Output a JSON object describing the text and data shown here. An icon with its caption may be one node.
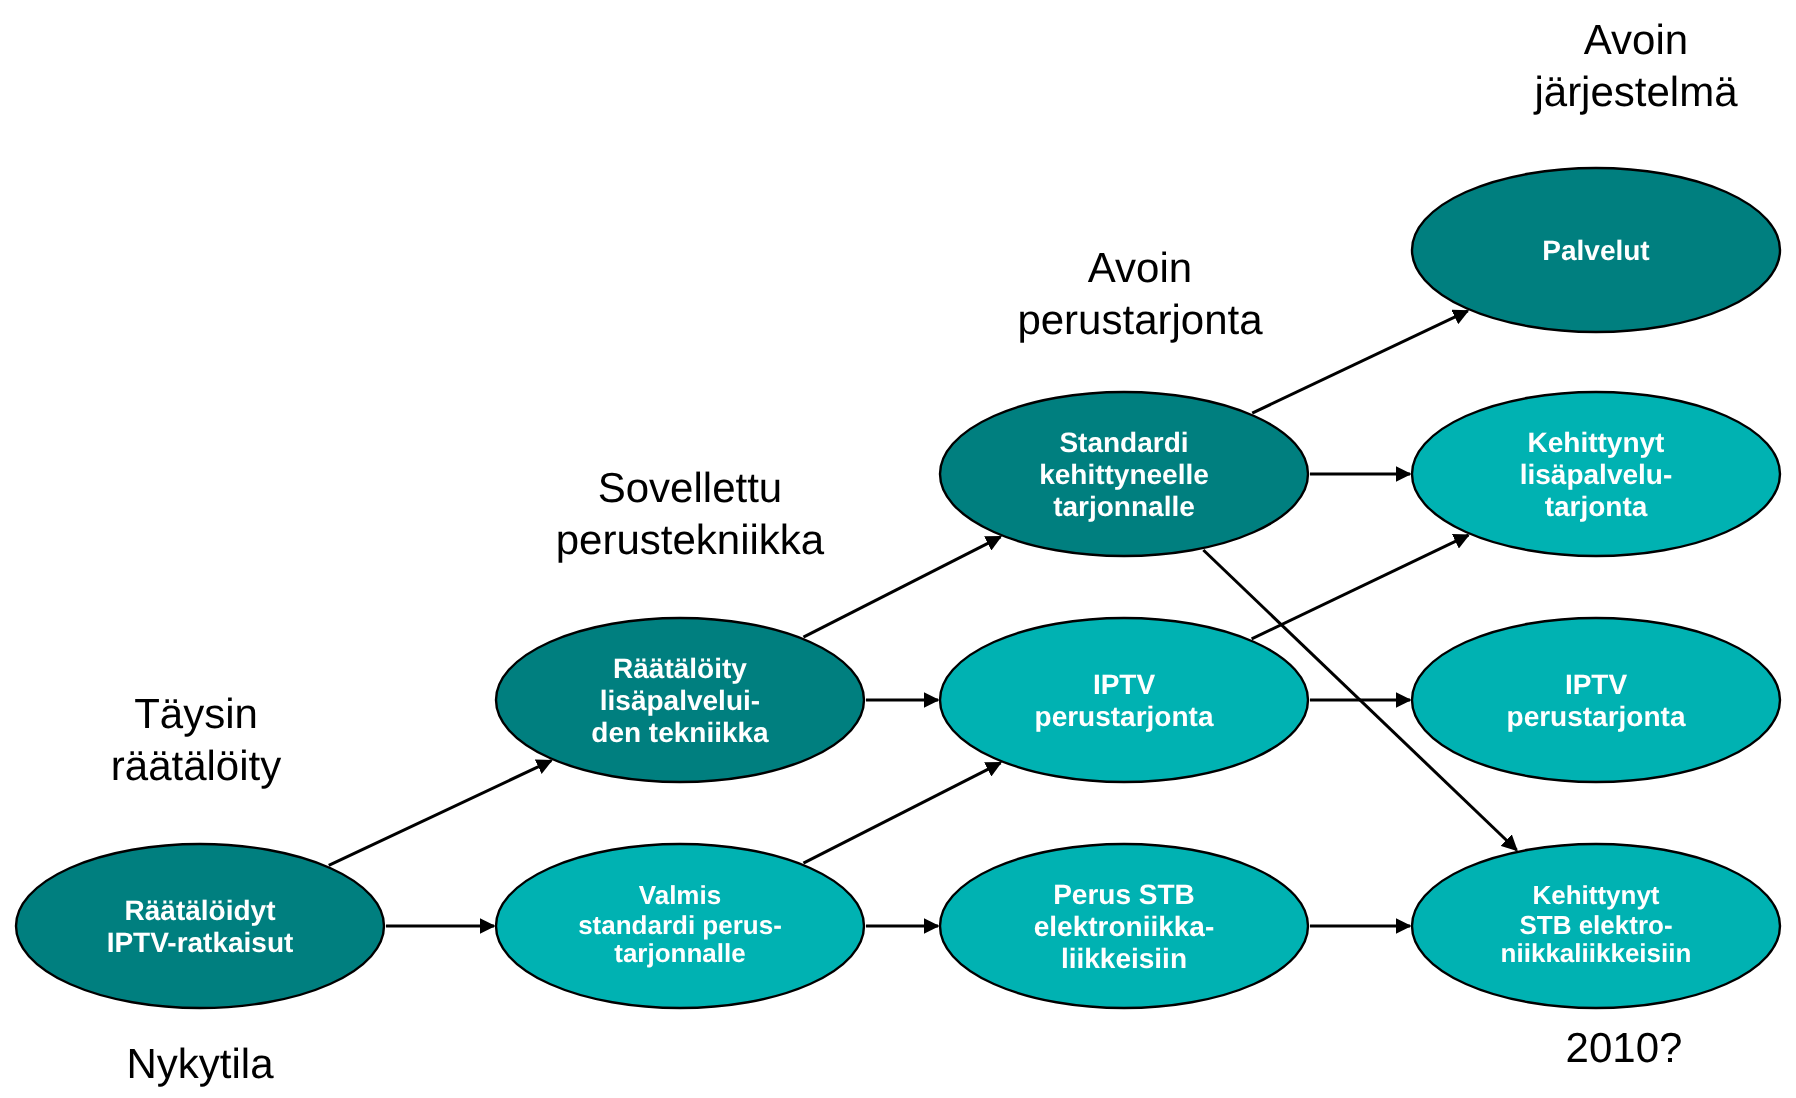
{
  "diagram": {
    "nodes": [
      {
        "text": [
          "Räätälöidyt IPTV-ratkaisut"
        ]
      },
      {
        "text": [
          "Räätälöity lisäpalvelui- den tekniikka"
        ]
      },
      {
        "text": [
          "Valmis standardi perus- tarjonnalle"
        ]
      },
      {
        "text": [
          "Standardi kehittyneelle tarjonnalle"
        ]
      },
      {
        "text": [
          "IPTV perustarjonta"
        ]
      },
      {
        "text": [
          "Perus STB elektroniikka- liikkeisiin"
        ]
      },
      {
        "text": [
          "Palvelut"
        ]
      },
      {
        "text": [
          "Kehittynyt lisäpalvelu- tarjonta"
        ]
      },
      {
        "text": [
          "IPTV perustarjonta"
        ]
      },
      {
        "text": [
          "Kehittynyt STB elektro- niikkaliikkeisiin"
        ]
      }
    ],
    "edges": [
      {
        "from": 0,
        "to": 1,
        "arrow": "to"
      },
      {
        "from": 0,
        "to": 2,
        "arrow": "to"
      },
      {
        "from": 1,
        "to": 3,
        "arrow": "to"
      },
      {
        "from": 1,
        "to": 4,
        "arrow": "to"
      },
      {
        "from": 2,
        "to": 4,
        "arrow": "to"
      },
      {
        "from": 2,
        "to": 5,
        "arrow": "to"
      },
      {
        "from": 3,
        "to": 6,
        "arrow": "to"
      },
      {
        "from": 3,
        "to": 7,
        "arrow": "to"
      },
      {
        "from": 3,
        "to": 9,
        "arrow": "to"
      },
      {
        "from": 4,
        "to": 7,
        "arrow": "to"
      },
      {
        "from": 4,
        "to": 8,
        "arrow": "to"
      },
      {
        "from": 5,
        "to": 9,
        "arrow": "to"
      }
    ],
    "labels": [
      "Avoin järjestelmä",
      "Avoin perustarjonta",
      "Sovellettu perustekniikka",
      "Täysin räätälöity",
      "Nykytila",
      "2010?"
    ]
  }
}
